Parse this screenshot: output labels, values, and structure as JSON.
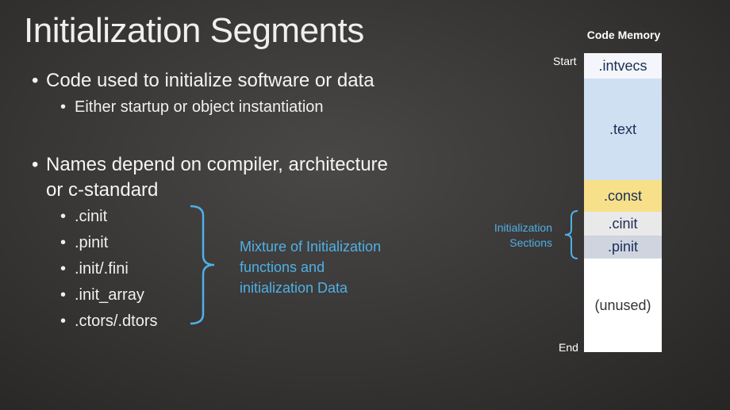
{
  "slide": {
    "title": "Initialization Segments",
    "bullets": [
      {
        "text": "Code used to initialize software or data",
        "sub": [
          "Either startup or object instantiation"
        ]
      },
      {
        "text": "Names depend on compiler, architecture",
        "text_cont": "or c-standard",
        "sub": [
          ".cinit",
          ".pinit",
          ".init/.fini",
          ".init_array",
          ".ctors/.dtors"
        ]
      }
    ],
    "brace_label": [
      "Mixture of Initialization",
      "functions and",
      "initialization Data"
    ]
  },
  "memory": {
    "title": "Code Memory",
    "start_label": "Start",
    "end_label": "End",
    "init_label": [
      "Initialization",
      "Sections"
    ],
    "segments": [
      {
        "name": ".intvecs",
        "color": "#f4f6fb"
      },
      {
        "name": ".text",
        "color": "#cfe0f3"
      },
      {
        "name": ".const",
        "color": "#f8e08a"
      },
      {
        "name": ".cinit",
        "color": "#e9e9ea"
      },
      {
        "name": ".pinit",
        "color": "#cfd4df"
      },
      {
        "name": "(unused)",
        "color": "#ffffff"
      }
    ]
  },
  "colors": {
    "accent": "#4fb0e6"
  }
}
